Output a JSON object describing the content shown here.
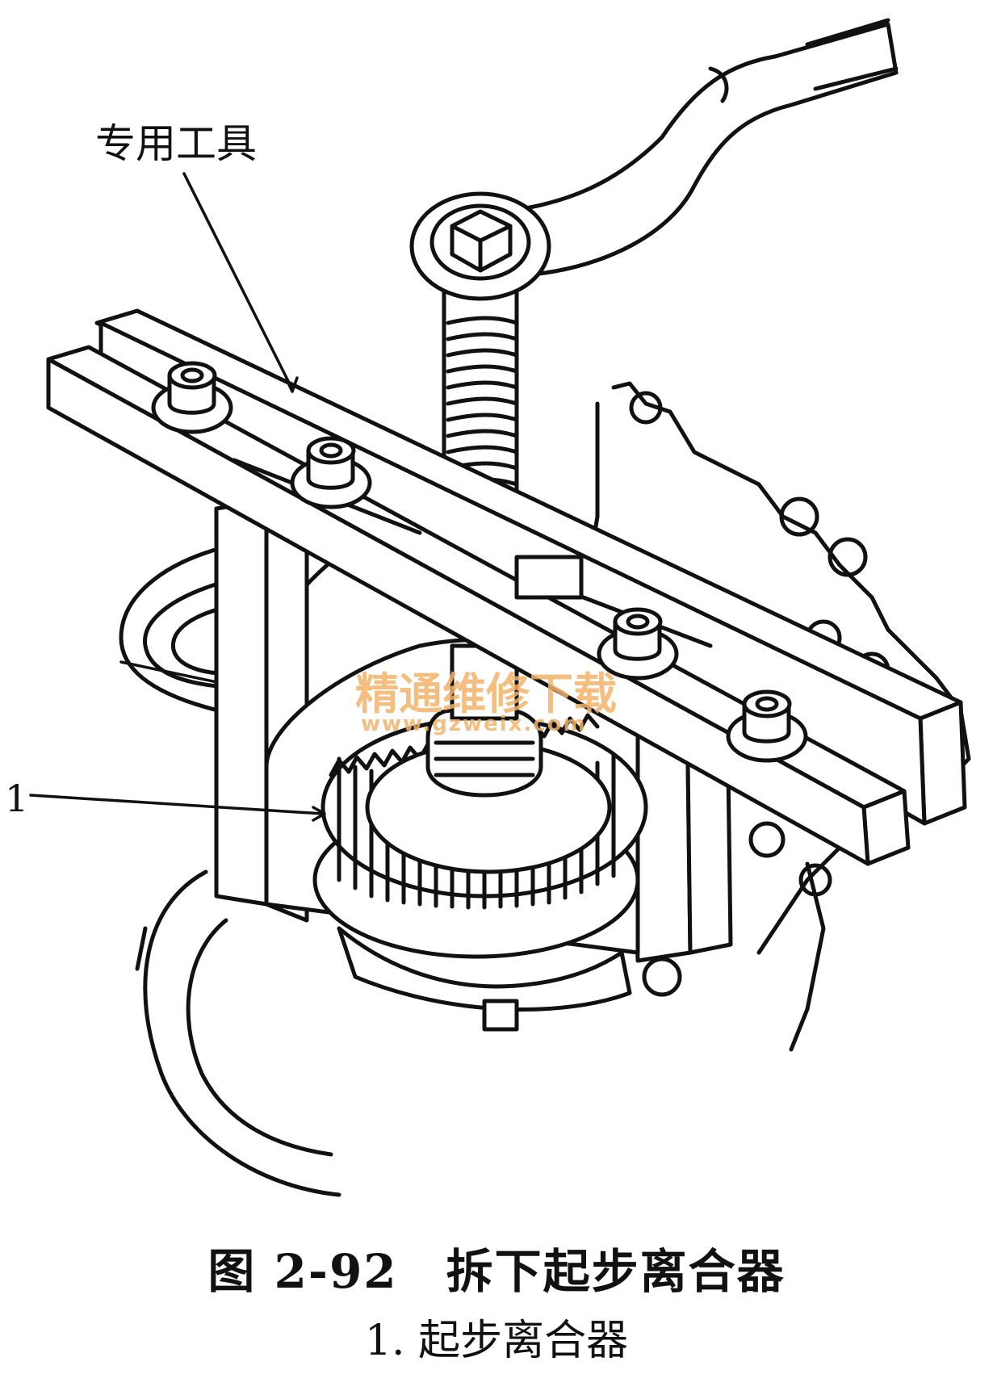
{
  "labels": {
    "special_tool": "专用工具",
    "part_1": "1"
  },
  "watermark": {
    "cn": "精通维修下载",
    "url": "www.gzweix.com",
    "color": "#f2b36b"
  },
  "caption": {
    "title": "图 2-92　拆下起步离合器",
    "subtitle": "1. 起步离合器"
  }
}
